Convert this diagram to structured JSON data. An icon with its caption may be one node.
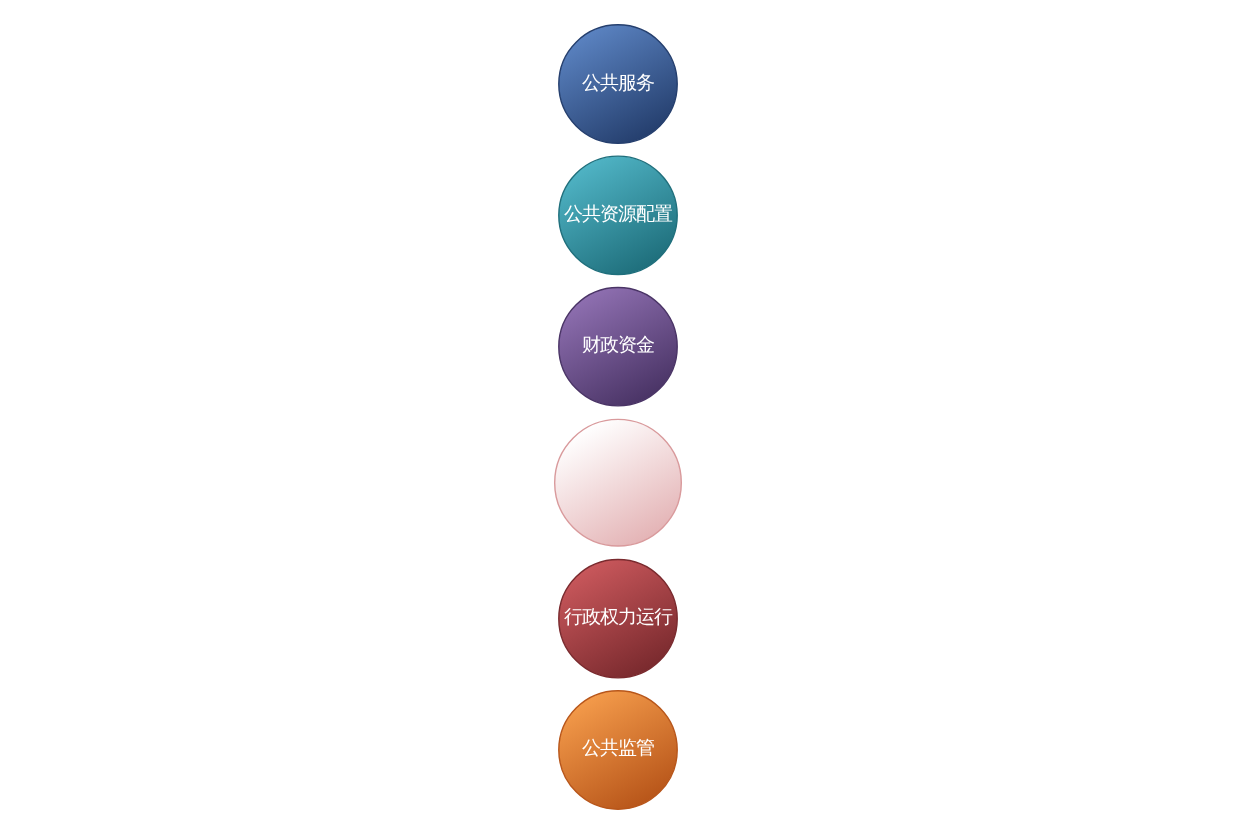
{
  "diagram": {
    "nodes": [
      {
        "text": [],
        "shape": "circle"
      },
      {
        "text": [
          "行政权力运行"
        ]
      },
      {
        "text": [
          "财政资金"
        ]
      },
      {
        "text": [
          "公共资源配置"
        ]
      },
      {
        "text": [
          "公共服务"
        ]
      },
      {
        "text": [
          "公共监管"
        ]
      }
    ],
    "edges": []
  }
}
